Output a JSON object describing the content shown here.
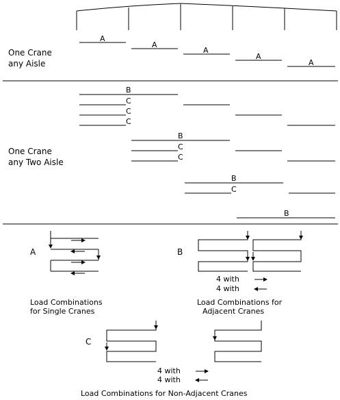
{
  "section1": {
    "title_line1": "One Crane",
    "title_line2": "any Aisle",
    "label": "A"
  },
  "section2": {
    "title_line1": "One Crane",
    "title_line2": "any Two Aisle",
    "label_b": "B",
    "label_c": "C"
  },
  "section3": {
    "label_a": "A",
    "label_b": "B",
    "label_c": "C",
    "with_text": "4 with",
    "caption_single_line1": "Load Combinations",
    "caption_single_line2": "for Single Cranes",
    "caption_adjacent_line1": "Load Combinations for",
    "caption_adjacent_line2": "Adjacent Cranes",
    "caption_nonadjacent": "Load Combinations for Non-Adjacent Cranes"
  }
}
